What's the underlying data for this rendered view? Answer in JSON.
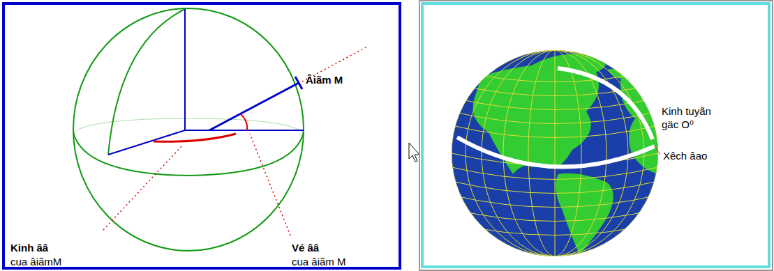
{
  "diagram": {
    "labels": [
      "Âiãm M",
      "Kinh ââ",
      "cua âiãmM",
      "Vé ââ",
      "cua âiãm M",
      "Kinh tuyãn gäc O⁰",
      "Xêch âao"
    ]
  }
}
